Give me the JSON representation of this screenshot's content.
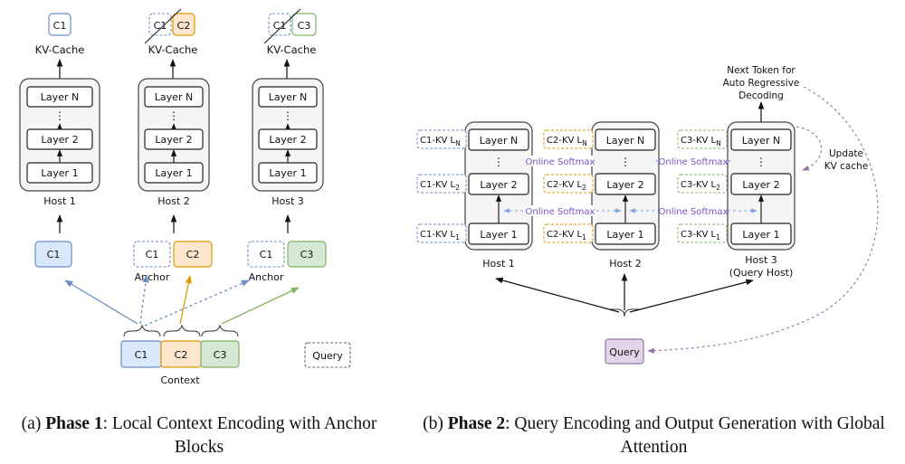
{
  "phase1": {
    "kv_cache_label": "KV-Cache",
    "hosts": [
      {
        "name": "Host 1",
        "cache_chunks": [
          "C1"
        ],
        "input": "C1",
        "anchor": false
      },
      {
        "name": "Host 2",
        "cache_chunks": [
          "C1",
          "C2"
        ],
        "input": "C2",
        "anchor": true
      },
      {
        "name": "Host 3",
        "cache_chunks": [
          "C1",
          "C3"
        ],
        "input": "C3",
        "anchor": true
      }
    ],
    "layers": {
      "top": "Layer N",
      "middle": "Layer 2",
      "bottom": "Layer 1",
      "ellipsis": "⋮"
    },
    "anchor_label": "Anchor",
    "context_chunks": [
      "C1",
      "C2",
      "C3"
    ],
    "context_label": "Context",
    "query_label": "Query",
    "caption_bold": "Phase 1",
    "caption_rest": ": Local Context Encoding with Anchor Blocks",
    "caption_prefix": "(a) "
  },
  "phase2": {
    "hosts": [
      {
        "name": "Host 1",
        "kv_labels": [
          "C1-KV L",
          "C1-KV L",
          "C1-KV L"
        ]
      },
      {
        "name": "Host 2",
        "kv_labels": [
          "C2-KV L",
          "C2-KV L",
          "C2-KV L"
        ]
      },
      {
        "name": "Host 3",
        "sub": "(Query Host)",
        "kv_labels": [
          "C3-KV L",
          "C3-KV L",
          "C3-KV L"
        ]
      }
    ],
    "kv_subscripts": [
      "N",
      "2",
      "1"
    ],
    "layers": {
      "top": "Layer N",
      "middle": "Layer 2",
      "bottom": "Layer 1",
      "ellipsis": "⋮"
    },
    "online_softmax": "Online Softmax",
    "next_token": [
      "Next Token for",
      "Auto Regressive",
      "Decoding"
    ],
    "update_kv": [
      "Update",
      "KV cache"
    ],
    "query_label": "Query",
    "caption_bold": "Phase 2",
    "caption_rest": ": Query Encoding and Output Generation with Global Attention",
    "caption_prefix": "(b) "
  },
  "colors": {
    "c1_fill": "#dae8fc",
    "c1_stroke": "#6c8ebf",
    "c2_fill": "#ffe6cc",
    "c2_stroke": "#d79b00",
    "c3_fill": "#d5e8d4",
    "c3_stroke": "#82b366",
    "query_fill": "#e1d5e7",
    "query_stroke": "#9673a6",
    "softmax_blue": "#7ea6e0",
    "softmax_text": "#7b52c4",
    "host_fill": "#f5f5f5"
  }
}
